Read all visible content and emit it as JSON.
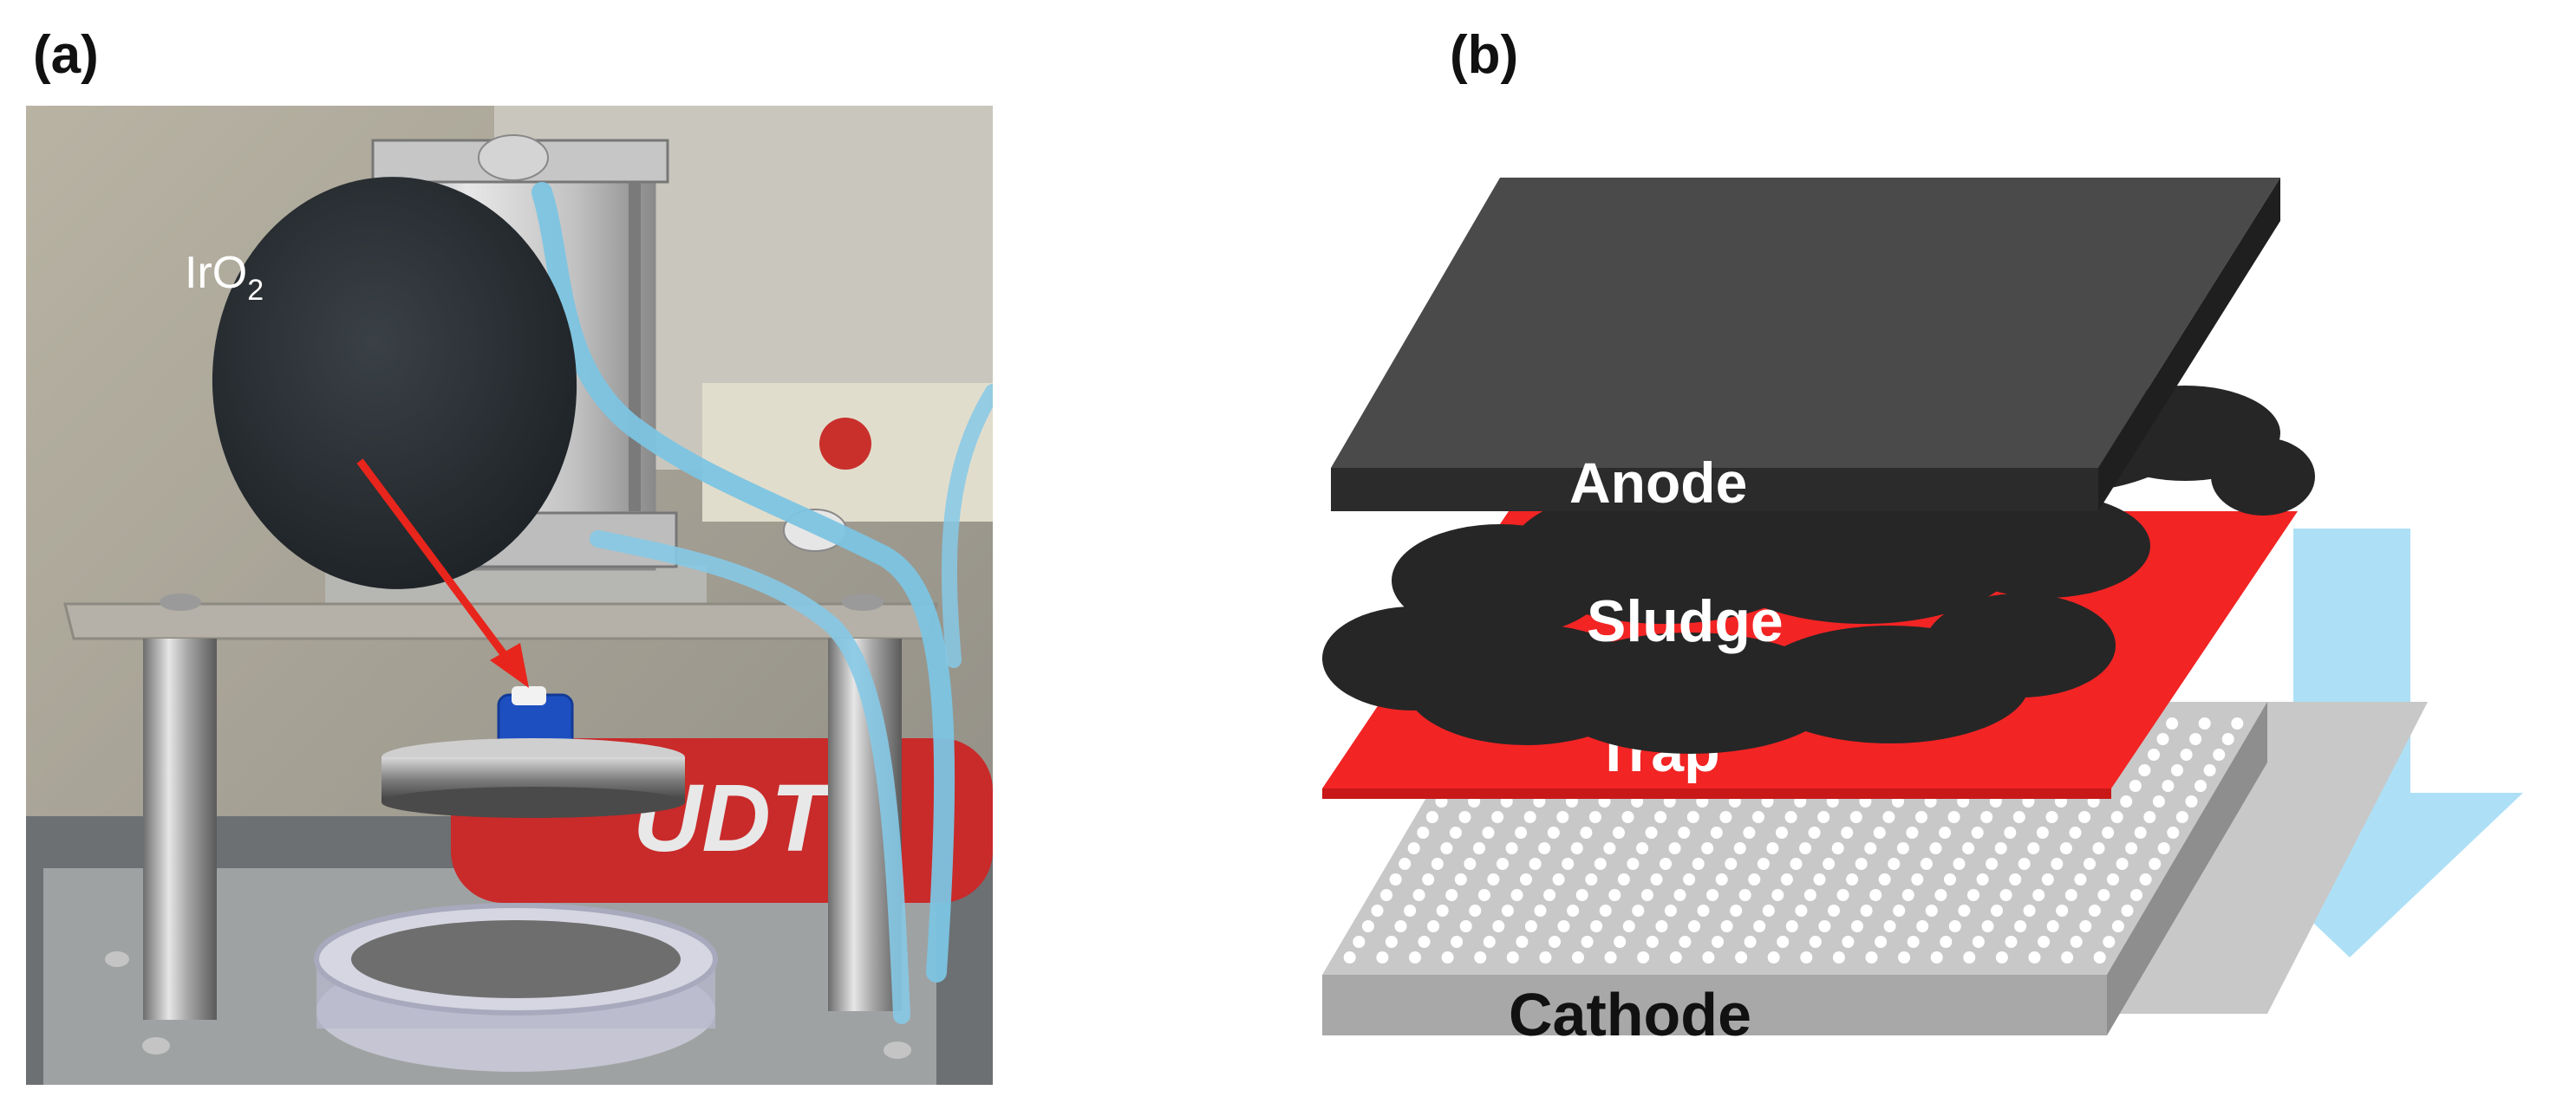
{
  "panels": {
    "a": {
      "label": "(a)",
      "catalyst_label": "IrO",
      "catalyst_subscript": "2",
      "machine_text": "UDT"
    },
    "b": {
      "label": "(b)",
      "layers": {
        "anode": "Anode",
        "sludge": "Sludge",
        "trap": "Trap",
        "cathode": "Cathode"
      }
    }
  },
  "colors": {
    "anode": "#2b2b2b",
    "sludge": "#262626",
    "trap": "#f22424",
    "cathode": "#c8c8c8",
    "flow_arrow": "#a9def5",
    "indicator_arrow": "#e8251c",
    "tubing": "#7cc4e2"
  }
}
